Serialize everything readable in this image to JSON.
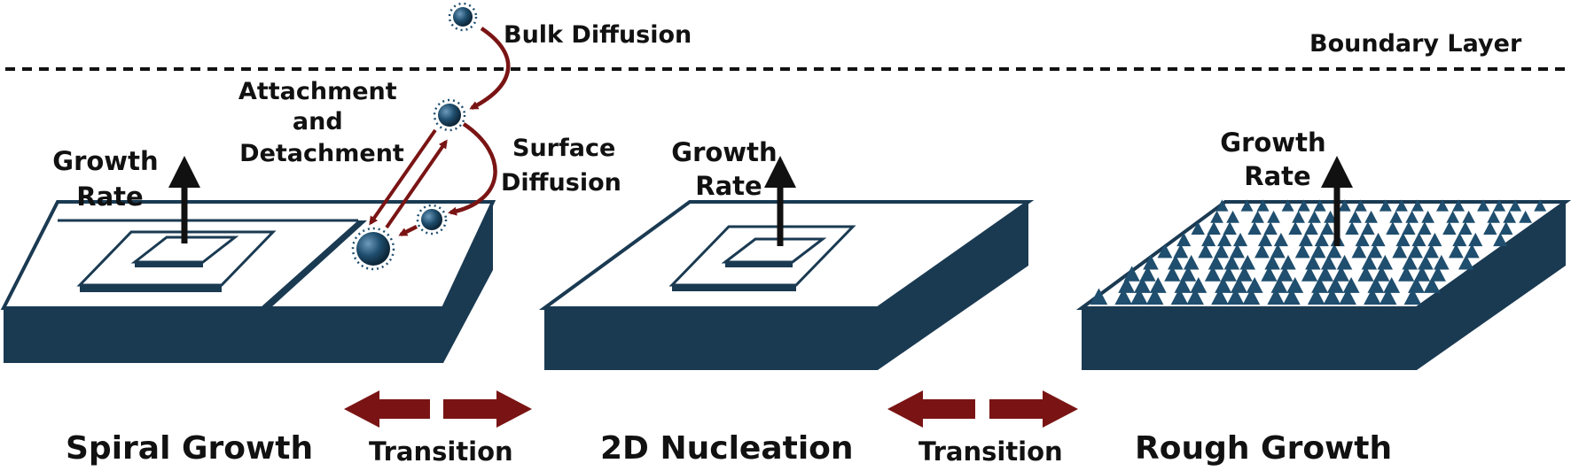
{
  "diagram": {
    "boundary_layer_label": "Boundary Layer",
    "bulk_diffusion_label": "Bulk Diffusion",
    "attachment_label_lines": [
      "Attachment",
      "and",
      "Detachment"
    ],
    "surface_diffusion_label_lines": [
      "Surface",
      "Diffusion"
    ],
    "panels": [
      {
        "title": "Spiral Growth",
        "rate_label_lines": [
          "Growth",
          "Rate"
        ]
      },
      {
        "title": "2D Nucleation",
        "rate_label_lines": [
          "Growth",
          "Rate"
        ]
      },
      {
        "title": "Rough Growth",
        "rate_label_lines": [
          "Growth",
          "Rate"
        ]
      }
    ],
    "transitions": [
      "Transition",
      "Transition"
    ],
    "colors": {
      "block_dark": "#1a3a52",
      "arrow_red": "#7a1414",
      "particle": "#1f4e6e"
    }
  }
}
